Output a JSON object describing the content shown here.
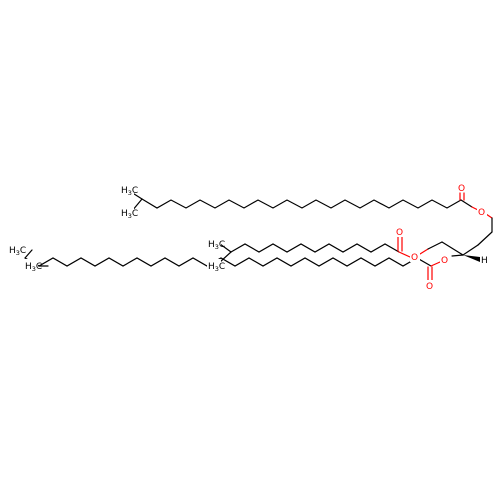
{
  "molecule": {
    "atom_labels": {
      "methyl_1": {
        "main": "H",
        "sub": "3",
        "tail": "C"
      },
      "methyl_2": {
        "main": "H",
        "sub": "3",
        "tail": "C"
      },
      "methyl_3": {
        "main": "H",
        "sub": "3",
        "tail": "C"
      },
      "methyl_4": {
        "main": "H",
        "sub": "3",
        "tail": "C"
      },
      "methyl_5": {
        "main": "H",
        "sub": "3",
        "tail": "C"
      },
      "methyl_6": {
        "main": "H",
        "sub": "3",
        "tail": "C"
      },
      "oxygen": "O",
      "hydrogen": "H"
    },
    "colors": {
      "bond": "#000000",
      "oxygen": "#ff0000",
      "background": "#ffffff"
    }
  }
}
